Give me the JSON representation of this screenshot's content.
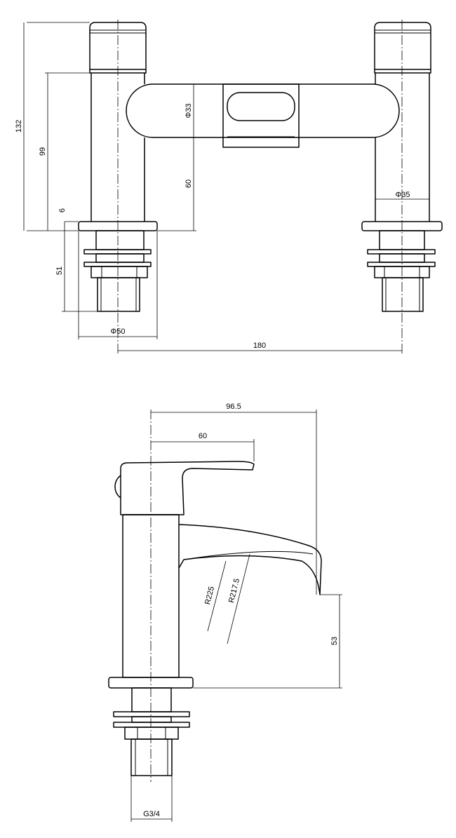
{
  "front_view": {
    "dimensions": {
      "height_total": "132",
      "height_spout": "99",
      "body_diameter": "Φ33",
      "height_body_center": "60",
      "pillar_diameter": "Φ35",
      "flange_thickness": "6",
      "shank_length": "51",
      "flange_diameter": "Φ50",
      "centres": "180"
    }
  },
  "side_view": {
    "dimensions": {
      "spout_reach": "96.5",
      "handle_reach": "60",
      "spout_radius_outer": "R225",
      "spout_radius_inner": "R217.5",
      "spout_height": "53",
      "thread_size": "G3/4"
    }
  }
}
